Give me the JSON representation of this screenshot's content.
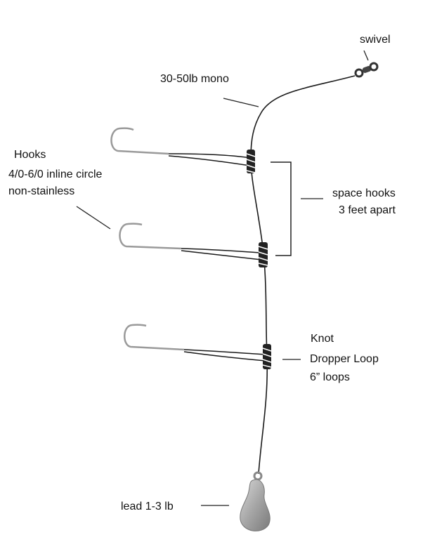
{
  "labels": {
    "swivel": "swivel",
    "mono": "30-50lb mono",
    "hooks_title": "Hooks",
    "hooks_size": "4/0-6/0 inline circle",
    "hooks_material": "non-stainless",
    "spacing_line1": "space hooks",
    "spacing_line2": "3 feet apart",
    "knot_title": "Knot",
    "knot_type": "Dropper Loop",
    "knot_size": "6” loops",
    "lead": "lead 1-3 lb"
  },
  "colors": {
    "line": "#1a1a1a",
    "hook": "#9a9a9a",
    "lead": "#a8a8a8"
  }
}
